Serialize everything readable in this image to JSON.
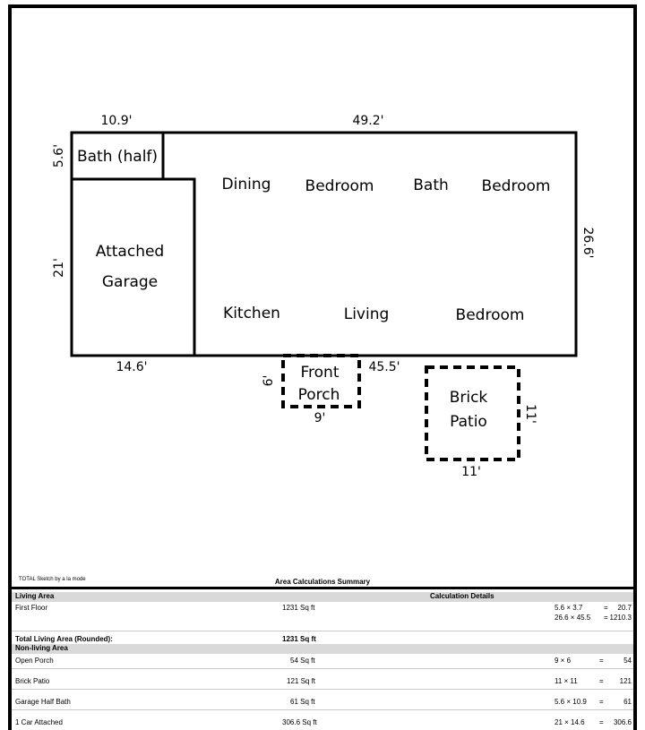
{
  "sketch": {
    "rooms": {
      "bath_half": "Bath (half)",
      "attached_garage_l1": "Attached",
      "attached_garage_l2": "Garage",
      "dining": "Dining",
      "bedroom_1": "Bedroom",
      "bath": "Bath",
      "bedroom_2": "Bedroom",
      "kitchen": "Kitchen",
      "living": "Living",
      "bedroom_3": "Bedroom",
      "front_porch_l1": "Front",
      "front_porch_l2": "Porch",
      "brick_patio_l1": "Brick",
      "brick_patio_l2": "Patio"
    },
    "dimensions": {
      "bath_width": "10.9'",
      "house_width": "49.2'",
      "bath_height": "5.6'",
      "garage_height": "21'",
      "house_depth": "26.6'",
      "garage_width": "14.6'",
      "living_front": "45.5'",
      "porch_depth": "6'",
      "porch_width": "9'",
      "patio_depth": "11'",
      "patio_width": "11'"
    }
  },
  "footer": {
    "credit": "TOTAL Sketch by a la mode",
    "summary_title": "Area Calculations Summary"
  },
  "summary": {
    "living_header": "Living Area",
    "calc_header": "Calculation Details",
    "first_floor": {
      "name": "First Floor",
      "area": "1231 Sq ft",
      "calcs": [
        {
          "expr": "5.6 × 3.7",
          "eq": "=",
          "val": "20.7"
        },
        {
          "expr": "26.6 × 45.5",
          "eq": "=",
          "val": "1210.3"
        }
      ]
    },
    "total_living": {
      "name": "Total Living Area (Rounded):",
      "area": "1231 Sq ft"
    },
    "nonliving_header": "Non-living Area",
    "nonliving": [
      {
        "name": "Open Porch",
        "area": "54 Sq ft",
        "expr": "9 × 6",
        "eq": "=",
        "val": "54"
      },
      {
        "name": "Brick Patio",
        "area": "121 Sq ft",
        "expr": "11 × 11",
        "eq": "=",
        "val": "121"
      },
      {
        "name": "Garage Half Bath",
        "area": "61 Sq ft",
        "expr": "5.6 × 10.9",
        "eq": "=",
        "val": "61"
      },
      {
        "name": "1 Car Attached",
        "area": "306.6 Sq ft",
        "expr": "21 × 14.6",
        "eq": "=",
        "val": "306.6"
      }
    ]
  }
}
